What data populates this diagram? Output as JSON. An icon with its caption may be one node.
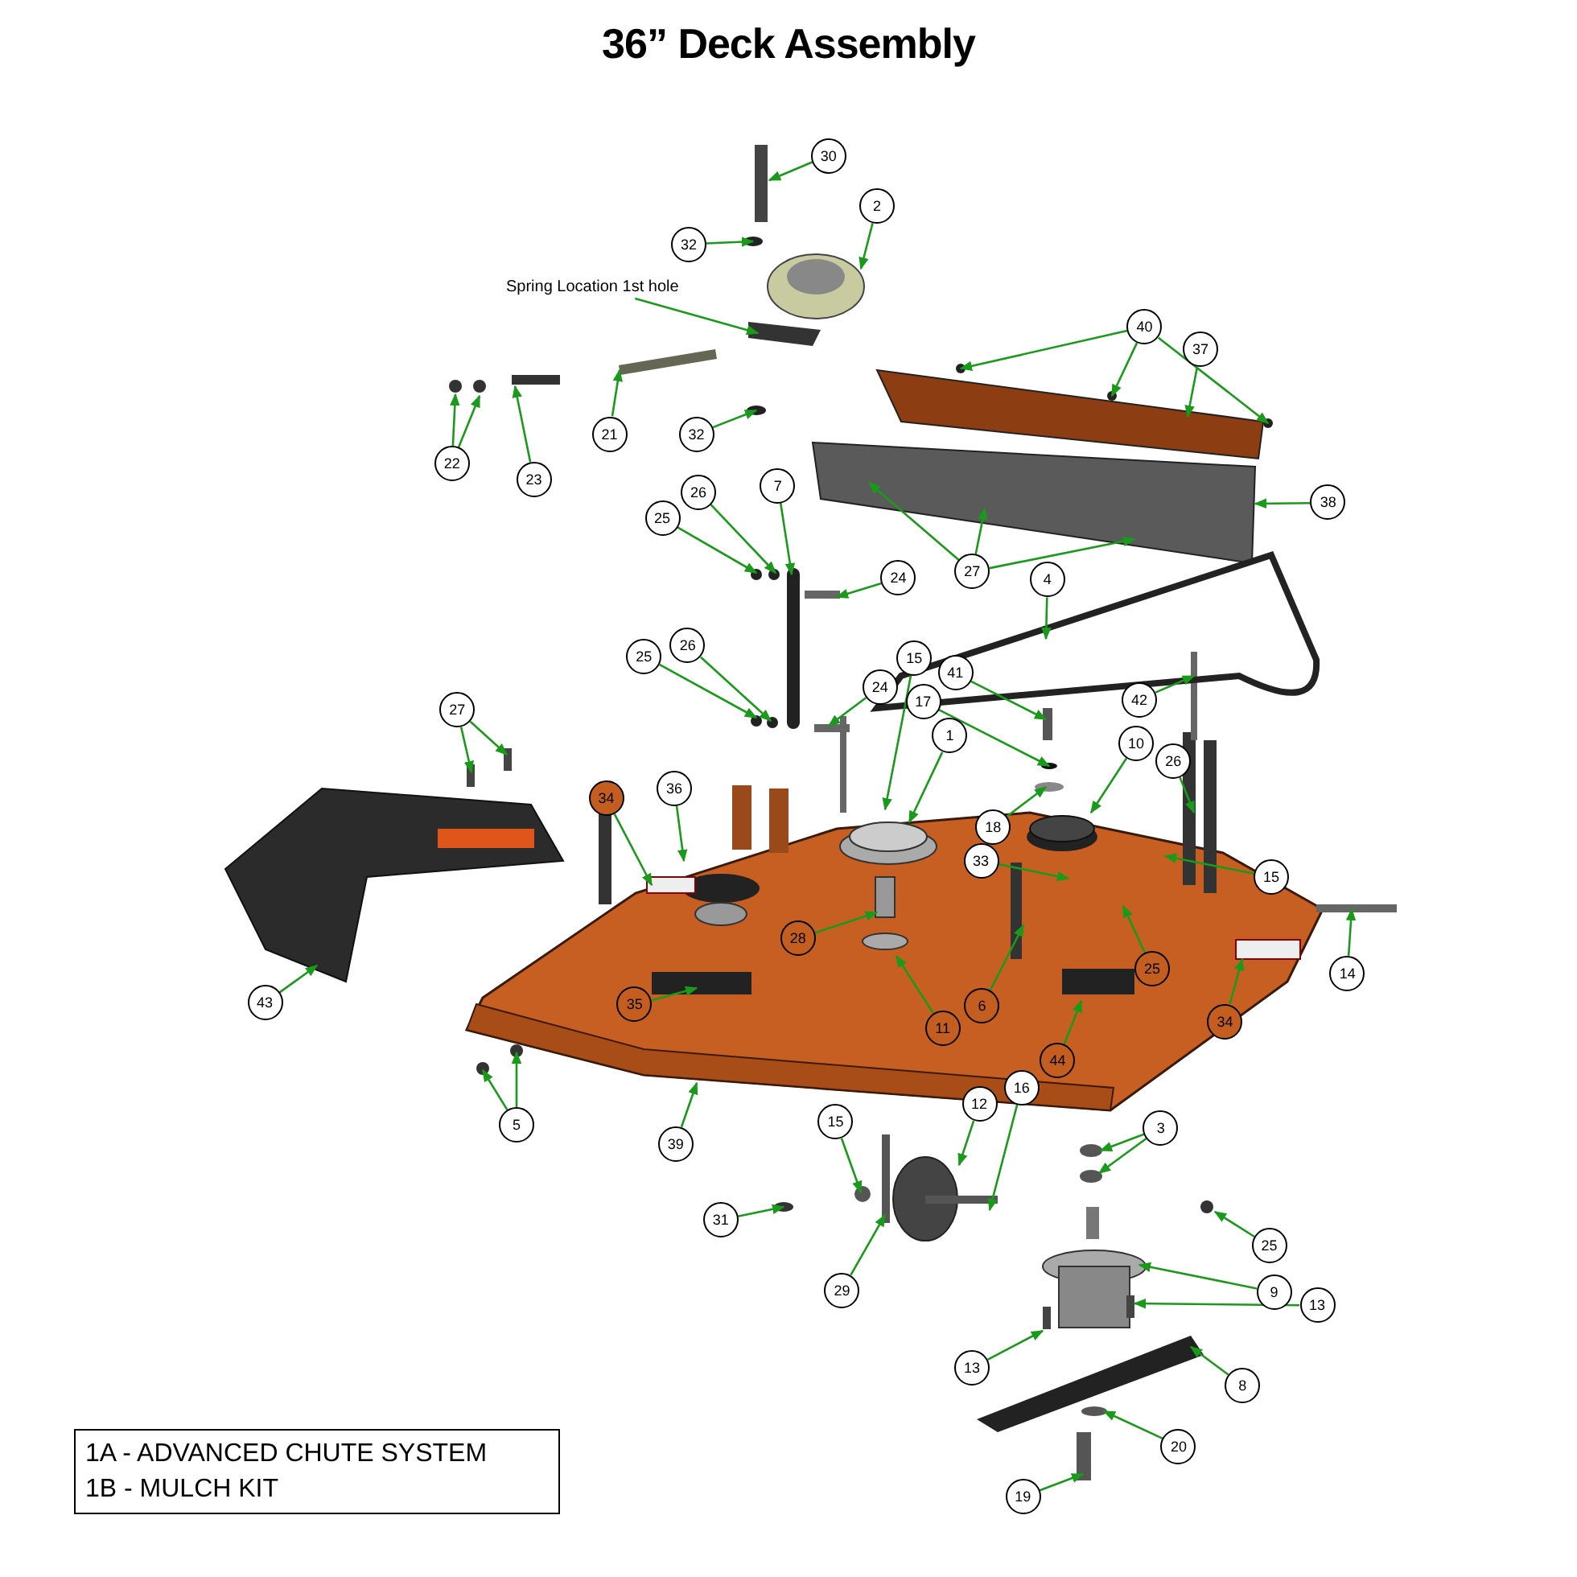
{
  "diagram": {
    "title": "36” Deck Assembly",
    "nodes": [
      {
        "text": [
          "Spring Location 1st hole"
        ]
      },
      {
        "text": [
          "30"
        ]
      },
      {
        "text": [
          "32"
        ]
      },
      {
        "text": [
          "2"
        ]
      },
      {
        "text": [
          "40"
        ]
      },
      {
        "text": [
          "37"
        ]
      },
      {
        "text": [
          "38"
        ]
      },
      {
        "text": [
          "22"
        ]
      },
      {
        "text": [
          "23"
        ]
      },
      {
        "text": [
          "21"
        ]
      },
      {
        "text": [
          "32"
        ]
      },
      {
        "text": [
          "27"
        ]
      },
      {
        "text": [
          "25"
        ]
      },
      {
        "text": [
          "26"
        ]
      },
      {
        "text": [
          "7"
        ]
      },
      {
        "text": [
          "24"
        ]
      },
      {
        "text": [
          "25"
        ]
      },
      {
        "text": [
          "26"
        ]
      },
      {
        "text": [
          "24"
        ]
      },
      {
        "text": [
          "4"
        ]
      },
      {
        "text": [
          "42"
        ]
      },
      {
        "text": [
          "41"
        ]
      },
      {
        "text": [
          "17"
        ]
      },
      {
        "text": [
          "18"
        ]
      },
      {
        "text": [
          "10"
        ]
      },
      {
        "text": [
          "26"
        ]
      },
      {
        "text": [
          "15"
        ]
      },
      {
        "text": [
          "15"
        ]
      },
      {
        "text": [
          "1"
        ]
      },
      {
        "text": [
          "27"
        ]
      },
      {
        "text": [
          "34"
        ]
      },
      {
        "text": [
          "36"
        ]
      },
      {
        "text": [
          "33"
        ]
      },
      {
        "text": [
          "25"
        ]
      },
      {
        "text": [
          "28"
        ]
      },
      {
        "text": [
          "6"
        ]
      },
      {
        "text": [
          "11"
        ]
      },
      {
        "text": [
          "44"
        ]
      },
      {
        "text": [
          "34"
        ]
      },
      {
        "text": [
          "14"
        ]
      },
      {
        "text": [
          "43"
        ]
      },
      {
        "text": [
          "35"
        ]
      },
      {
        "text": [
          "39"
        ]
      },
      {
        "text": [
          "5"
        ]
      },
      {
        "text": [
          "12"
        ]
      },
      {
        "text": [
          "15"
        ]
      },
      {
        "text": [
          "16"
        ]
      },
      {
        "text": [
          "3"
        ]
      },
      {
        "text": [
          "31"
        ]
      },
      {
        "text": [
          "29"
        ]
      },
      {
        "text": [
          "25"
        ]
      },
      {
        "text": [
          "9"
        ]
      },
      {
        "text": [
          "13"
        ]
      },
      {
        "text": [
          "13"
        ]
      },
      {
        "text": [
          "8"
        ]
      },
      {
        "text": [
          "20"
        ]
      },
      {
        "text": [
          "19"
        ]
      }
    ],
    "edges": [
      {
        "from": 0,
        "to": null,
        "arrow": "to"
      },
      {
        "from": 1,
        "to": null,
        "arrow": "to"
      },
      {
        "from": 2,
        "to": null,
        "arrow": "to"
      },
      {
        "from": 3,
        "to": null,
        "arrow": "to"
      },
      {
        "from": 4,
        "to": null,
        "arrow": "to"
      },
      {
        "from": 4,
        "to": null,
        "arrow": "to"
      },
      {
        "from": 4,
        "to": null,
        "arrow": "to"
      },
      {
        "from": 5,
        "to": null,
        "arrow": "to"
      },
      {
        "from": 6,
        "to": null,
        "arrow": "to"
      },
      {
        "from": 7,
        "to": null,
        "arrow": "to"
      },
      {
        "from": 7,
        "to": null,
        "arrow": "to"
      },
      {
        "from": 8,
        "to": null,
        "arrow": "to"
      },
      {
        "from": 9,
        "to": null,
        "arrow": "to"
      },
      {
        "from": 10,
        "to": null,
        "arrow": "to"
      },
      {
        "from": 11,
        "to": null,
        "arrow": "to"
      },
      {
        "from": 11,
        "to": null,
        "arrow": "to"
      },
      {
        "from": 11,
        "to": null,
        "arrow": "to"
      },
      {
        "from": 12,
        "to": null,
        "arrow": "to"
      },
      {
        "from": 13,
        "to": null,
        "arrow": "to"
      },
      {
        "from": 14,
        "to": null,
        "arrow": "to"
      },
      {
        "from": 15,
        "to": null,
        "arrow": "to"
      },
      {
        "from": 16,
        "to": null,
        "arrow": "to"
      },
      {
        "from": 17,
        "to": null,
        "arrow": "to"
      },
      {
        "from": 18,
        "to": null,
        "arrow": "to"
      },
      {
        "from": 19,
        "to": null,
        "arrow": "to"
      },
      {
        "from": 20,
        "to": null,
        "arrow": "to"
      },
      {
        "from": 21,
        "to": null,
        "arrow": "to"
      },
      {
        "from": 22,
        "to": null,
        "arrow": "to"
      },
      {
        "from": 23,
        "to": null,
        "arrow": "to"
      },
      {
        "from": 24,
        "to": null,
        "arrow": "to"
      },
      {
        "from": 25,
        "to": null,
        "arrow": "to"
      },
      {
        "from": 26,
        "to": null,
        "arrow": "to"
      },
      {
        "from": 27,
        "to": null,
        "arrow": "to"
      },
      {
        "from": 28,
        "to": null,
        "arrow": "to"
      },
      {
        "from": 29,
        "to": null,
        "arrow": "to"
      },
      {
        "from": 29,
        "to": null,
        "arrow": "to"
      },
      {
        "from": 30,
        "to": null,
        "arrow": "to"
      },
      {
        "from": 31,
        "to": null,
        "arrow": "to"
      },
      {
        "from": 32,
        "to": null,
        "arrow": "to"
      },
      {
        "from": 33,
        "to": null,
        "arrow": "to"
      },
      {
        "from": 34,
        "to": null,
        "arrow": "to"
      },
      {
        "from": 35,
        "to": null,
        "arrow": "to"
      },
      {
        "from": 36,
        "to": null,
        "arrow": "to"
      },
      {
        "from": 37,
        "to": null,
        "arrow": "to"
      },
      {
        "from": 38,
        "to": null,
        "arrow": "to"
      },
      {
        "from": 39,
        "to": null,
        "arrow": "to"
      },
      {
        "from": 40,
        "to": null,
        "arrow": "to"
      },
      {
        "from": 41,
        "to": null,
        "arrow": "to"
      },
      {
        "from": 42,
        "to": null,
        "arrow": "to"
      },
      {
        "from": 43,
        "to": null,
        "arrow": "to"
      },
      {
        "from": 43,
        "to": null,
        "arrow": "to"
      },
      {
        "from": 44,
        "to": null,
        "arrow": "to"
      },
      {
        "from": 45,
        "to": null,
        "arrow": "to"
      },
      {
        "from": 46,
        "to": null,
        "arrow": "to"
      },
      {
        "from": 47,
        "to": null,
        "arrow": "to"
      },
      {
        "from": 47,
        "to": null,
        "arrow": "to"
      },
      {
        "from": 48,
        "to": null,
        "arrow": "to"
      },
      {
        "from": 49,
        "to": null,
        "arrow": "to"
      },
      {
        "from": 50,
        "to": null,
        "arrow": "to"
      },
      {
        "from": 51,
        "to": null,
        "arrow": "to"
      },
      {
        "from": 52,
        "to": null,
        "arrow": "to"
      },
      {
        "from": 53,
        "to": null,
        "arrow": "to"
      },
      {
        "from": 54,
        "to": null,
        "arrow": "to"
      },
      {
        "from": 55,
        "to": null,
        "arrow": "to"
      },
      {
        "from": 56,
        "to": null,
        "arrow": "to"
      }
    ],
    "labels": [
      "1A - ADVANCED CHUTE SYSTEM",
      "1B - MULCH KIT"
    ]
  }
}
